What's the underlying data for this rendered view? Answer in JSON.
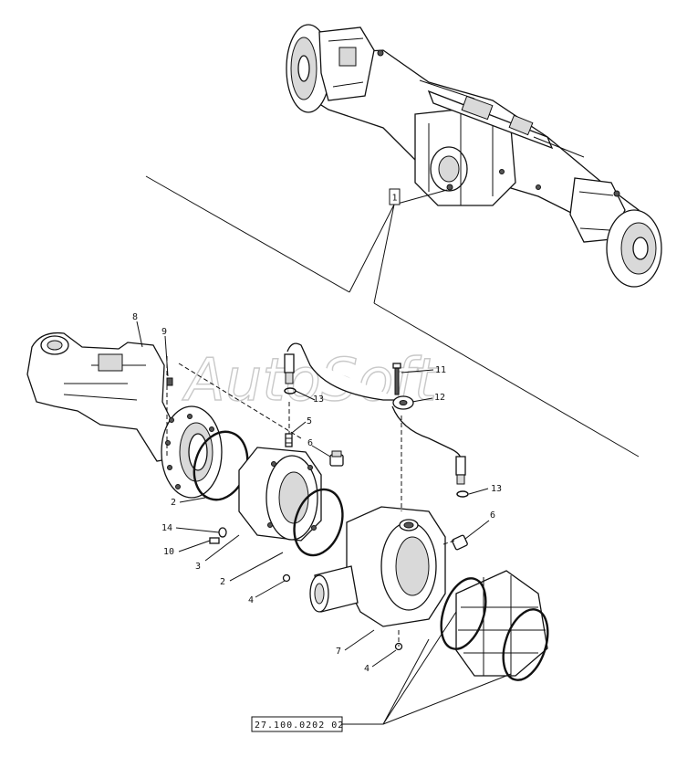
{
  "watermark": "AutoSoft",
  "assembly_callout": "1",
  "reference_code": "27.100.0202 02",
  "callouts": [
    {
      "id": "c8",
      "label": "8"
    },
    {
      "id": "c9",
      "label": "9"
    },
    {
      "id": "c5",
      "label": "5"
    },
    {
      "id": "c6a",
      "label": "6"
    },
    {
      "id": "c11",
      "label": "11"
    },
    {
      "id": "c12",
      "label": "12"
    },
    {
      "id": "c13a",
      "label": "13"
    },
    {
      "id": "c13b",
      "label": "13"
    },
    {
      "id": "c2a",
      "label": "2"
    },
    {
      "id": "c14",
      "label": "14"
    },
    {
      "id": "c10",
      "label": "10"
    },
    {
      "id": "c3",
      "label": "3"
    },
    {
      "id": "c2b",
      "label": "2"
    },
    {
      "id": "c4a",
      "label": "4"
    },
    {
      "id": "c6b",
      "label": "6"
    },
    {
      "id": "c7",
      "label": "7"
    },
    {
      "id": "c4b",
      "label": "4"
    }
  ]
}
